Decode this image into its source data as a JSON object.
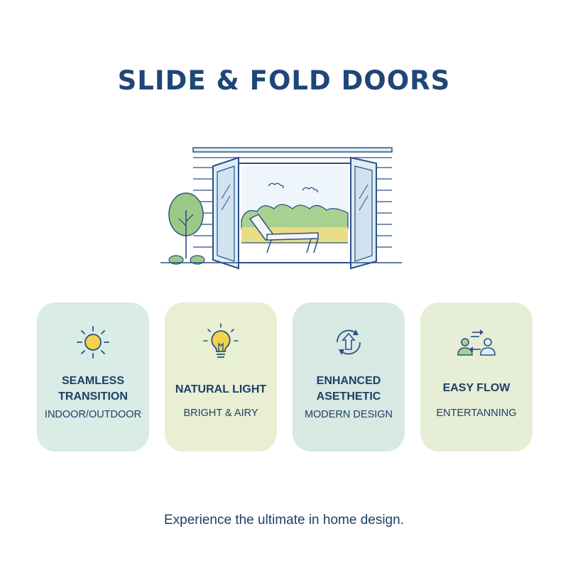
{
  "title": "SLIDE & FOLD DOORS",
  "illustration": {
    "name": "patio-door-illustration"
  },
  "cards": [
    {
      "icon": "sun-icon",
      "heading_lines": [
        "SEAMLESS",
        "TRANSITION"
      ],
      "subtitle": "INDOOR/OUTDOOR",
      "background": "#d9ece6"
    },
    {
      "icon": "lightbulb-icon",
      "heading_lines": [
        "NATURAL LIGHT"
      ],
      "subtitle": "BRIGHT & AIRY",
      "background": "#e8efd3"
    },
    {
      "icon": "upgrade-cycle-icon",
      "heading_lines": [
        "ENHANCED",
        "ASETHETIC"
      ],
      "subtitle": "MODERN DESIGN",
      "background": "#d8e9e3"
    },
    {
      "icon": "people-exchange-icon",
      "heading_lines": [
        "EASY FLOW"
      ],
      "subtitle": "ENTERTANNING",
      "background": "#e7eed6"
    }
  ],
  "tagline": "Experience the ultimate in home design.",
  "colors": {
    "title": "#1f4677",
    "text": "#1f3f66",
    "line": "#2b4f86",
    "accent_green": "#8fc07a",
    "accent_yellow": "#e3c74a"
  }
}
